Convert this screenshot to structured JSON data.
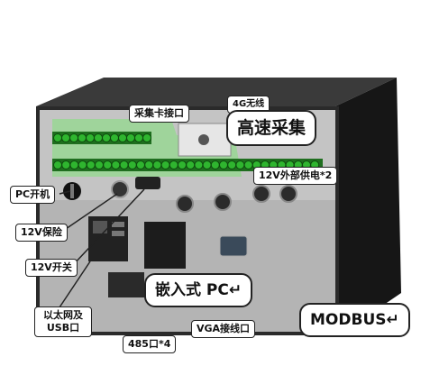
{
  "labels": {
    "acq_card_port": "采集卡接口",
    "wireless_4g": "4G无线",
    "high_speed_acq": "高速采集",
    "pc_power": "PC开机",
    "ext_power_12v": "12V外部供电*2",
    "fuse_12v": "12V保险",
    "switch_12v": "12V开关",
    "embedded_pc": "嵌入式 PC↵",
    "ethernet_usb": "以太网及USB口",
    "rs485": "485口*4",
    "vga_port": "VGA接线口",
    "modbus": "MODBUS↵"
  },
  "colors": {
    "chassis_dark": "#1d1d1d",
    "panel_gray": "#c9c9c9",
    "terminal_green": "#2fb52f",
    "board_green": "#9fd49b"
  }
}
